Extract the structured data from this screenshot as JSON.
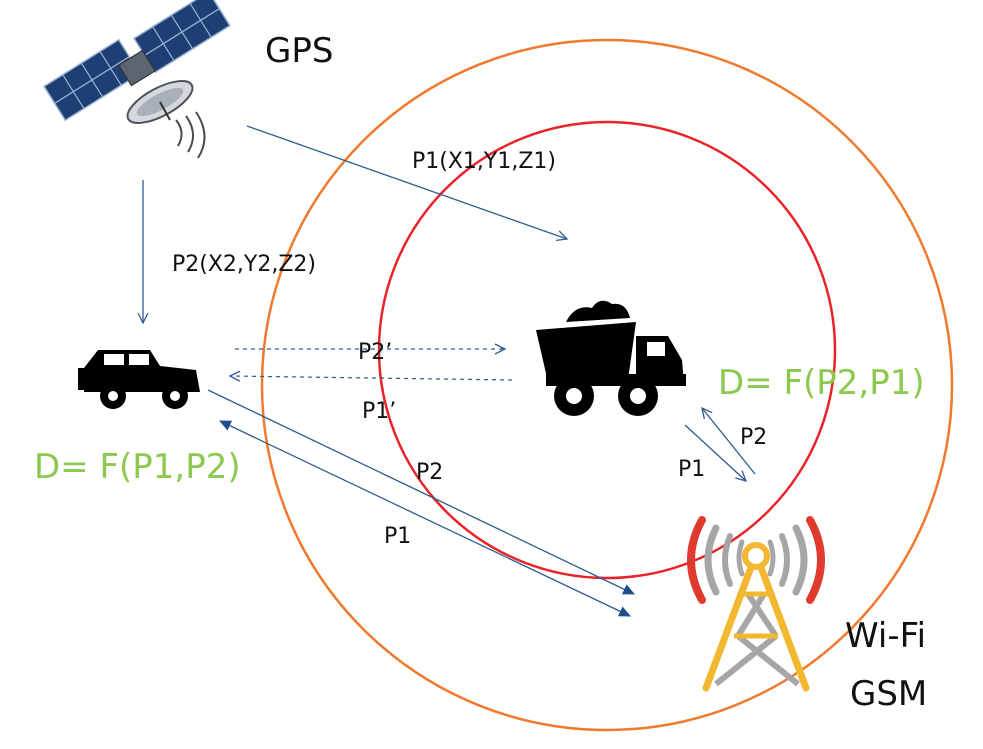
{
  "labels": {
    "gps": "GPS",
    "p1_coords": "P1(X1,Y1,Z1)",
    "p2_coords": "P2(X2,Y2,Z2)",
    "p2_prime": "P2’",
    "p1_prime": "P1’",
    "formula_right": "D= F(P2,P1)",
    "formula_left": "D= F(P1,P2)",
    "p2_left": "P2",
    "p1_left": "P1",
    "p2_right": "P2",
    "p1_right": "P1",
    "wifi": "Wi-Fi",
    "gsm": "GSM"
  },
  "icons": {
    "satellite": "satellite-icon",
    "car": "suv-car-icon",
    "truck": "dump-truck-icon",
    "tower": "radio-tower-icon"
  },
  "colors": {
    "outer_circle": "#F07A2E",
    "inner_circle": "#E8232A",
    "arrow": "#2F5B8F",
    "formula": "#8CC94F",
    "tower_frame": "#F2B830",
    "tower_lattice": "#A6A6A6",
    "signal_inner": "#A6A6A6",
    "signal_outer": "#E03A2E"
  }
}
